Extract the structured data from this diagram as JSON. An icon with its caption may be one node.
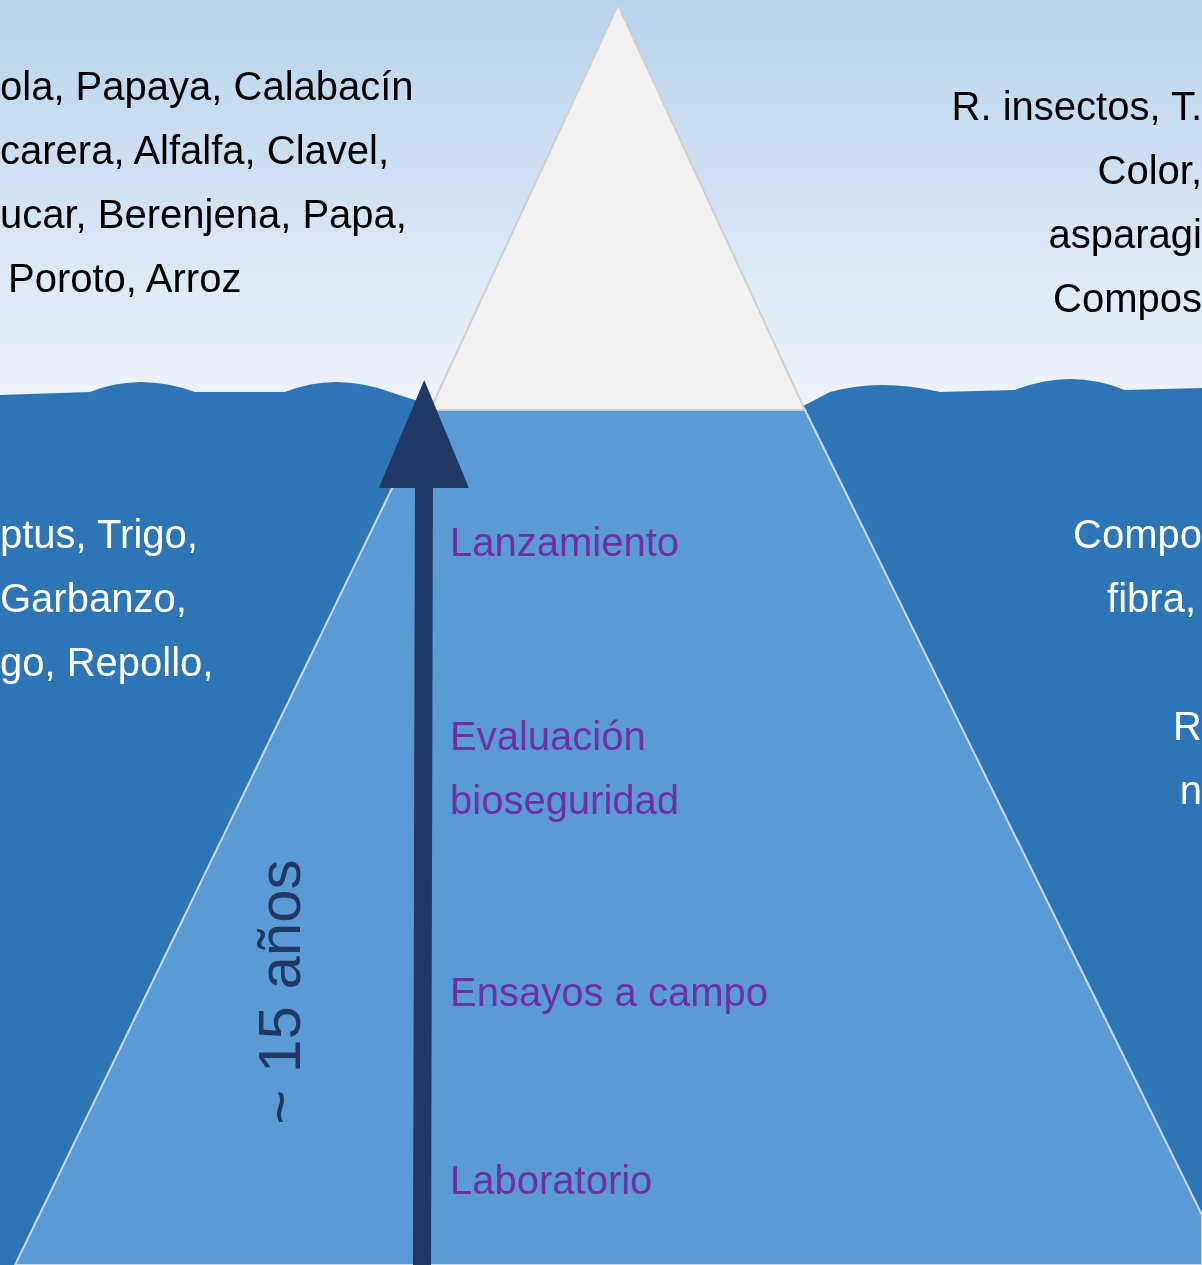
{
  "diagram": {
    "labels": [
      "ola, Papaya, Calabacín",
      "carera, Alfalfa, Clavel,",
      "ucar, Berenjena, Papa,",
      "Poroto, Arroz",
      "R. insectos, T.",
      "Color,",
      "asparagi",
      "Compos",
      "ptus, Trigo,",
      "Garbanzo,",
      "go, Repollo,",
      "Compo",
      "fibra,",
      "R",
      "n",
      "Lanzamiento",
      "Evaluación bioseguridad",
      "Ensayos a campo",
      "Laboratorio",
      "~ 15 años"
    ]
  }
}
